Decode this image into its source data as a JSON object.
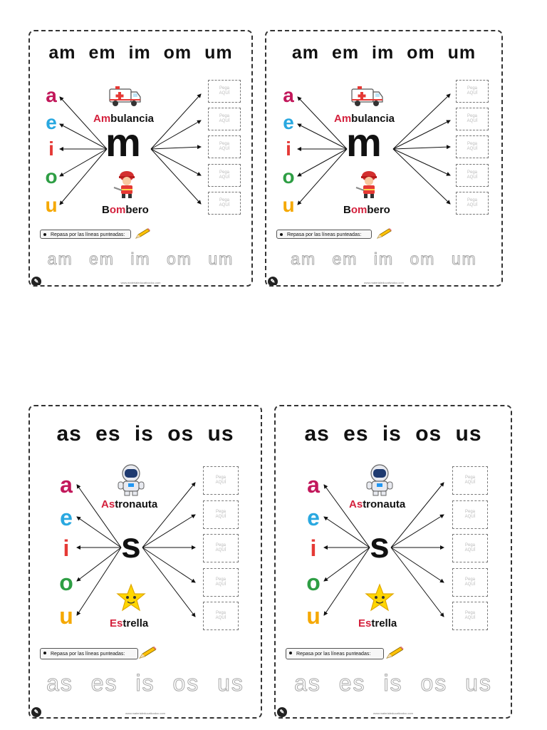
{
  "colors": {
    "a": "#c2185b",
    "e": "#29a8e0",
    "i": "#e53935",
    "o": "#2e9e44",
    "u": "#f5a800",
    "highlight": "#d4213d"
  },
  "vowels": [
    "a",
    "e",
    "i",
    "o",
    "u"
  ],
  "paste_label": [
    "Pega",
    "AQUÍ"
  ],
  "repasa_label": "Repasa por las líneas punteadas:",
  "url": "www.materialeducativodoc.com",
  "cards": {
    "m1": {
      "title": "am em im om um",
      "consonant": "m",
      "word1": {
        "hl": "Am",
        "rest": "bulancia",
        "icon": "ambulance-icon"
      },
      "word2": {
        "pre": "B",
        "hl": "om",
        "rest": "bero",
        "icon": "firefighter-icon"
      },
      "trace": "am em im om um"
    },
    "m2": {
      "title": "am em im om um",
      "consonant": "m",
      "word1": {
        "hl": "Am",
        "rest": "bulancia",
        "icon": "ambulance-icon"
      },
      "word2": {
        "pre": "B",
        "hl": "om",
        "rest": "bero",
        "icon": "firefighter-icon"
      },
      "trace": "am em im om um"
    },
    "s1": {
      "title": "as es is os us",
      "consonant": "s",
      "word1": {
        "hl": "As",
        "rest": "tronauta",
        "icon": "astronaut-icon"
      },
      "word2": {
        "pre": "",
        "hl": "Es",
        "rest": "trella",
        "icon": "star-icon"
      },
      "trace": "as es is os us"
    },
    "s2": {
      "title": "as es is os us",
      "consonant": "s",
      "word1": {
        "hl": "As",
        "rest": "tronauta",
        "icon": "astronaut-icon"
      },
      "word2": {
        "pre": "",
        "hl": "Es",
        "rest": "trella",
        "icon": "star-icon"
      },
      "trace": "as es is os us"
    }
  }
}
